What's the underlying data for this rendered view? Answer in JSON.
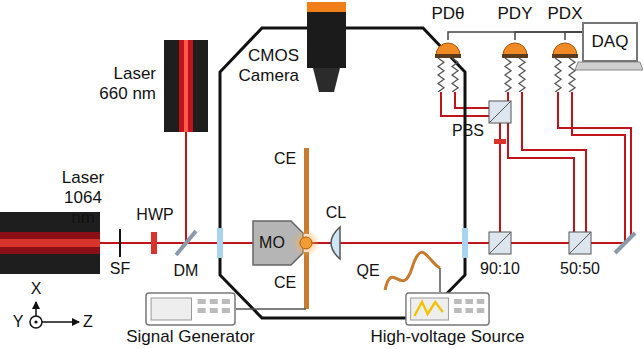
{
  "diagram": {
    "nodes": [
      {
        "text": [
          "CMOS Camera"
        ]
      },
      {
        "text": [
          "PDθ"
        ]
      },
      {
        "text": [
          "PDY"
        ]
      },
      {
        "text": [
          "PDX"
        ]
      },
      {
        "text": [
          "DAQ"
        ]
      },
      {
        "text": [
          "Laser 660 nm"
        ]
      },
      {
        "text": [
          "Laser 1064 nm"
        ]
      },
      {
        "text": [
          "Signal Generator"
        ]
      },
      {
        "text": [
          "High-voltage Source"
        ]
      }
    ],
    "edges": [
      {
        "from": 1,
        "to": 4,
        "arrow": "none"
      },
      {
        "from": 2,
        "to": 4,
        "arrow": "none"
      },
      {
        "from": 3,
        "to": 4,
        "arrow": "none"
      }
    ],
    "labels": [
      "SF",
      "HWP",
      "DM",
      "MO",
      "CE",
      "CE",
      "CL",
      "QE",
      "PBS",
      "90:10",
      "50:50",
      "X",
      "Y",
      "Z"
    ]
  }
}
